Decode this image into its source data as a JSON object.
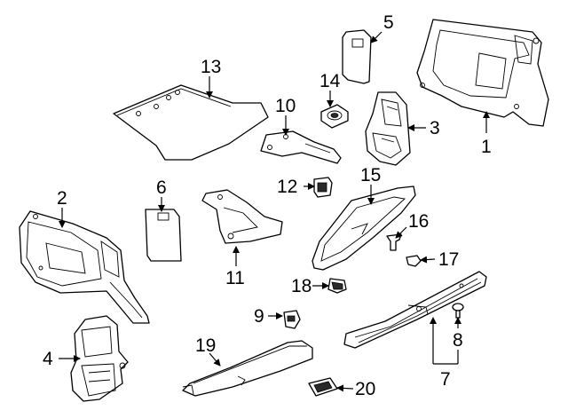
{
  "callouts": {
    "n1": "1",
    "n2": "2",
    "n3": "3",
    "n4": "4",
    "n5": "5",
    "n6": "6",
    "n7": "7",
    "n8": "8",
    "n9": "9",
    "n10": "10",
    "n11": "11",
    "n12": "12",
    "n13": "13",
    "n14": "14",
    "n15": "15",
    "n16": "16",
    "n17": "17",
    "n18": "18",
    "n19": "19",
    "n20": "20"
  }
}
